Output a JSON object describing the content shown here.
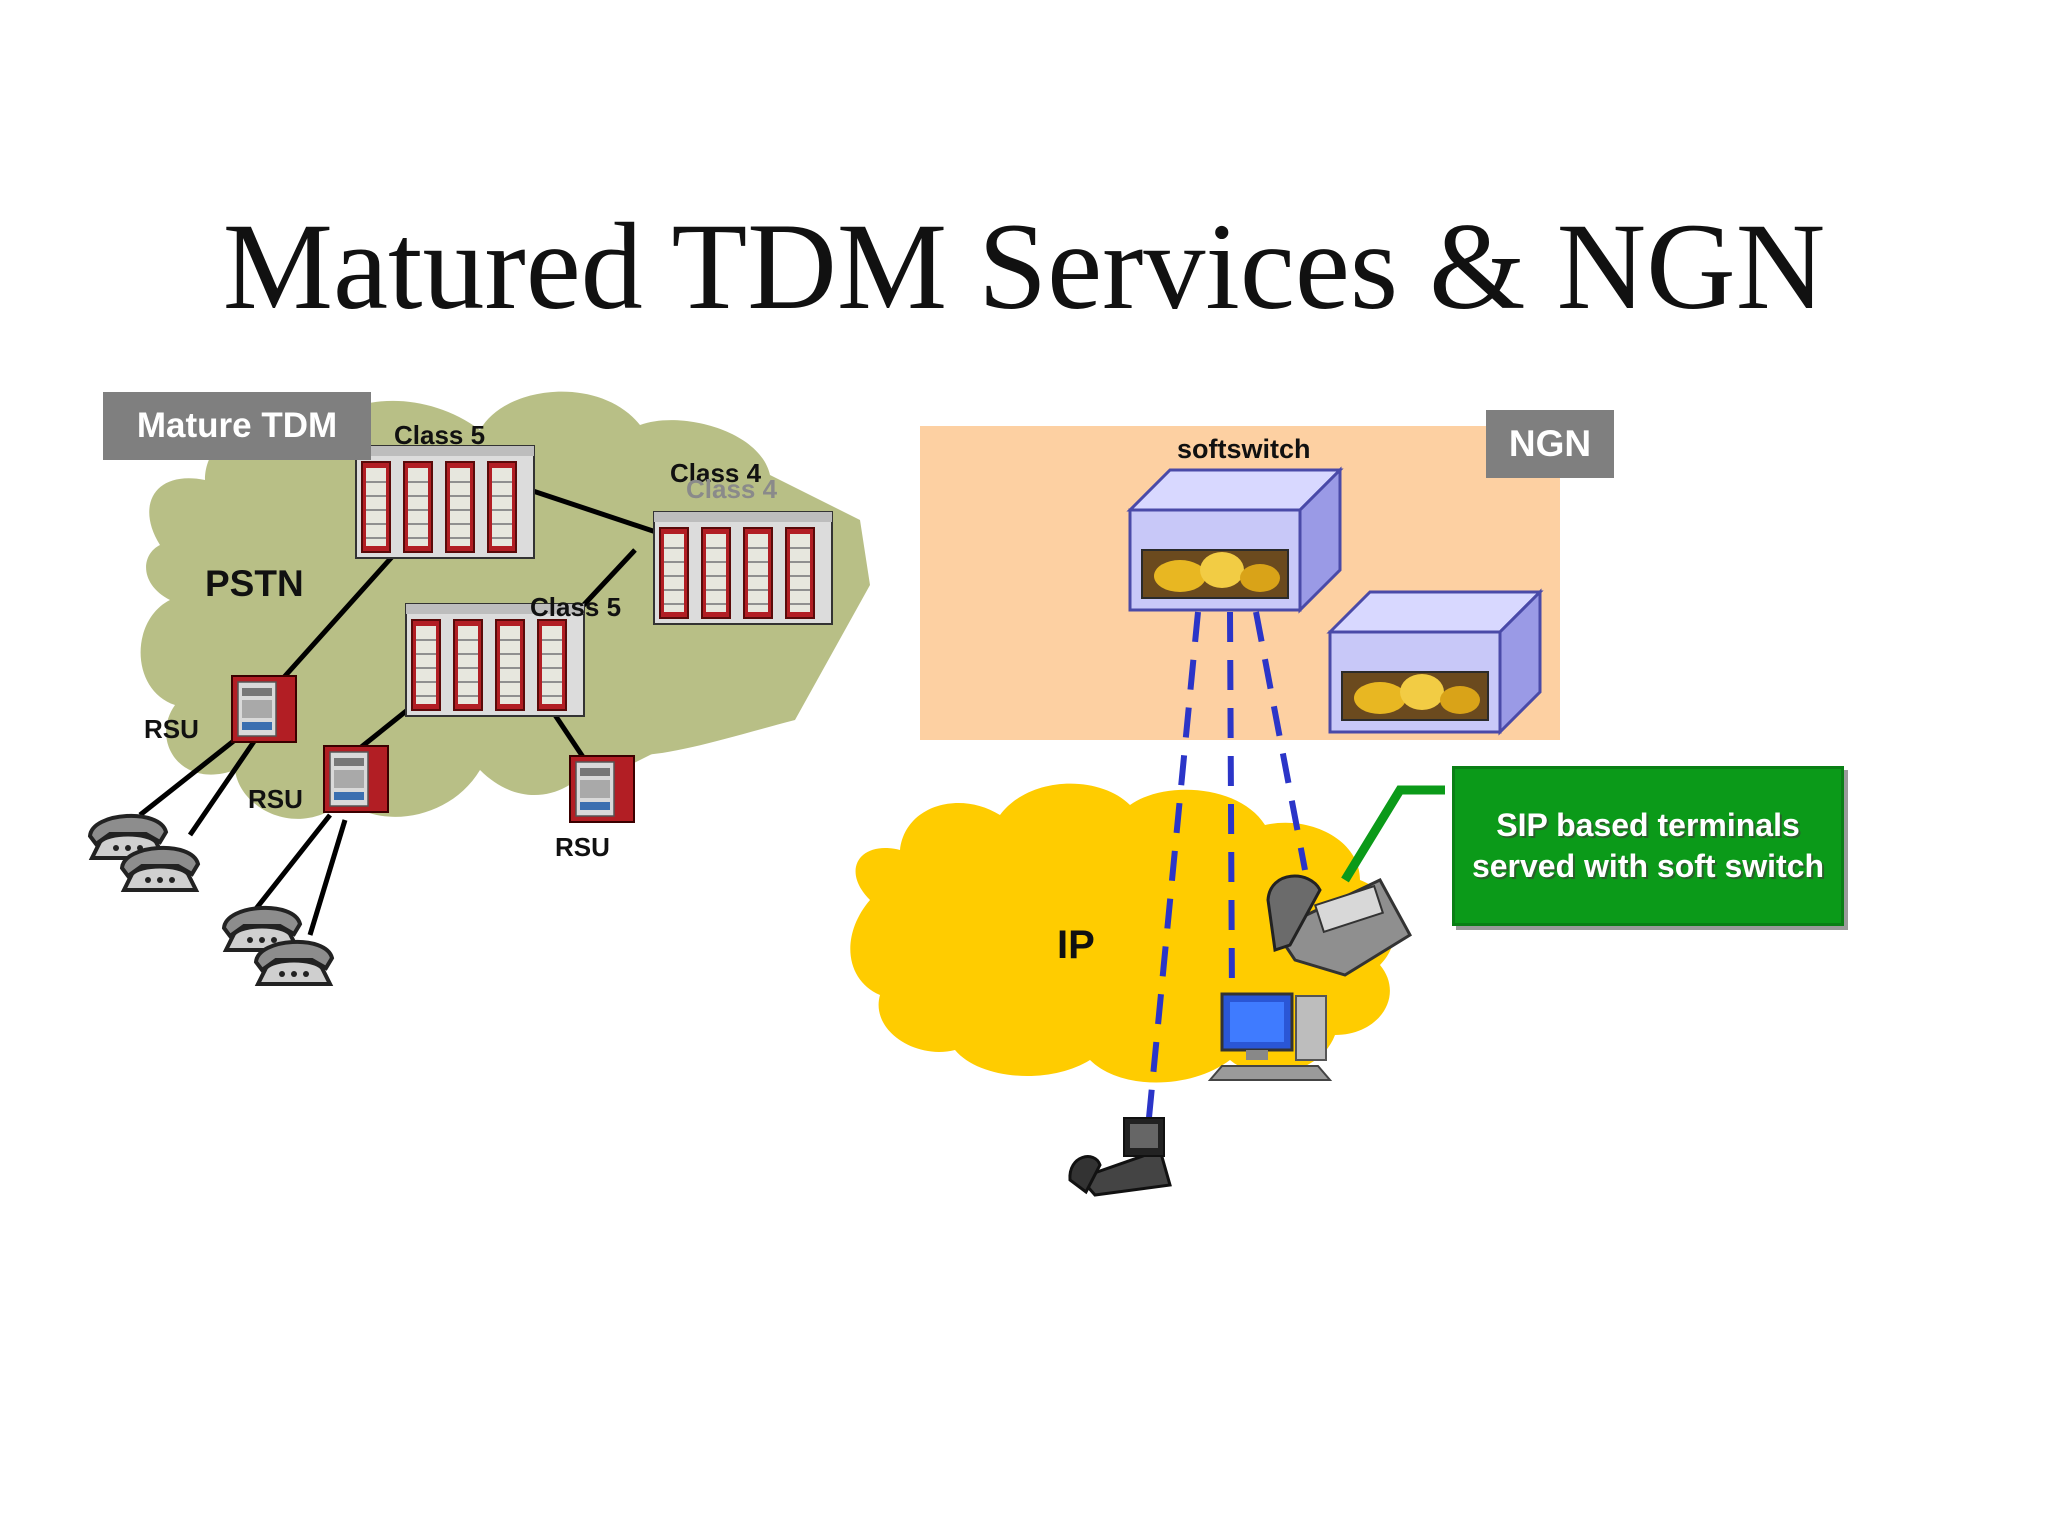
{
  "title": "Matured TDM Services & NGN",
  "left_panel": {
    "tag": "Mature TDM",
    "cloud_label": "PSTN",
    "switch_labels": [
      "Class 5",
      "Class 4",
      "Class 4",
      "Class 5"
    ],
    "rsu_labels": [
      "RSU",
      "RSU",
      "RSU"
    ]
  },
  "right_panel": {
    "tag": "NGN",
    "softswitch_label": "softswitch",
    "cloud_label": "IP",
    "callout": "SIP based terminals served with soft switch"
  },
  "colors": {
    "pstn_cloud": "#b8bf86",
    "ip_cloud": "#ffcc00",
    "ngn_box": "#fdd0a2",
    "tag_gray": "#7f7f7f",
    "callout_green": "#0b9a19",
    "switch_red": "#b21e24",
    "softswitch_box": "#c8c8f8",
    "link_dashed_blue": "#2b35c8"
  },
  "icons": [
    "switch-rack-icon",
    "rsu-icon",
    "telephone-icon",
    "softswitch-server-icon",
    "ip-phone-icon",
    "desktop-computer-icon",
    "video-phone-icon"
  ]
}
